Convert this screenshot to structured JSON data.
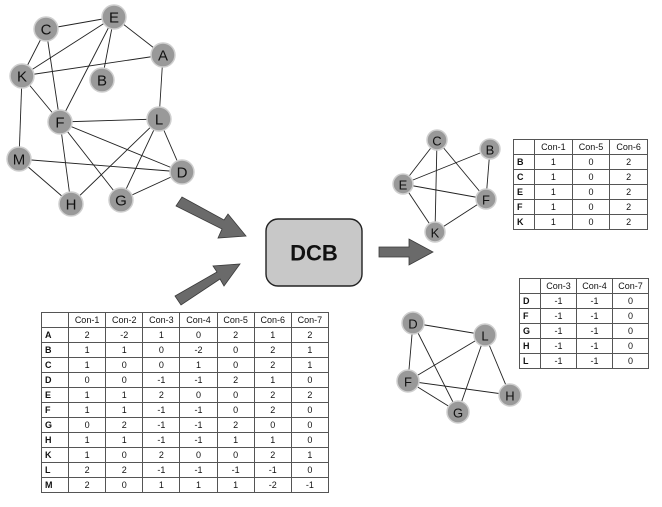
{
  "center_label": "DCB",
  "graphs": [
    {
      "nodes": [
        "C",
        "E",
        "A",
        "K",
        "B",
        "F",
        "L",
        "M",
        "D",
        "H",
        "G"
      ],
      "edges": [
        [
          "C",
          "E"
        ],
        [
          "C",
          "K"
        ],
        [
          "C",
          "F"
        ],
        [
          "E",
          "A"
        ],
        [
          "E",
          "K"
        ],
        [
          "E",
          "B"
        ],
        [
          "E",
          "F"
        ],
        [
          "K",
          "A"
        ],
        [
          "K",
          "F"
        ],
        [
          "K",
          "M"
        ],
        [
          "F",
          "L"
        ],
        [
          "F",
          "D"
        ],
        [
          "F",
          "G"
        ],
        [
          "F",
          "H"
        ],
        [
          "A",
          "L"
        ],
        [
          "L",
          "D"
        ],
        [
          "L",
          "G"
        ],
        [
          "L",
          "H"
        ],
        [
          "M",
          "H"
        ],
        [
          "M",
          "D"
        ],
        [
          "D",
          "G"
        ]
      ]
    },
    {
      "nodes": [
        "C",
        "B",
        "E",
        "F",
        "K"
      ],
      "edges": [
        [
          "C",
          "E"
        ],
        [
          "C",
          "F"
        ],
        [
          "C",
          "K"
        ],
        [
          "B",
          "E"
        ],
        [
          "B",
          "F"
        ],
        [
          "E",
          "F"
        ],
        [
          "E",
          "K"
        ],
        [
          "F",
          "K"
        ]
      ]
    },
    {
      "nodes": [
        "D",
        "L",
        "F",
        "H",
        "G"
      ],
      "edges": [
        [
          "D",
          "L"
        ],
        [
          "D",
          "F"
        ],
        [
          "D",
          "G"
        ],
        [
          "L",
          "F"
        ],
        [
          "L",
          "G"
        ],
        [
          "L",
          "H"
        ],
        [
          "F",
          "G"
        ],
        [
          "F",
          "H"
        ]
      ]
    }
  ],
  "tables": {
    "main": {
      "columns": [
        "Con-1",
        "Con-2",
        "Con-3",
        "Con-4",
        "Con-5",
        "Con-6",
        "Con-7"
      ],
      "rows": [
        {
          "label": "A",
          "values": [
            "2",
            "-2",
            "1",
            "0",
            "2",
            "1",
            "2"
          ]
        },
        {
          "label": "B",
          "values": [
            "1",
            "1",
            "0",
            "-2",
            "0",
            "2",
            "1"
          ]
        },
        {
          "label": "C",
          "values": [
            "1",
            "0",
            "0",
            "1",
            "0",
            "2",
            "1"
          ]
        },
        {
          "label": "D",
          "values": [
            "0",
            "0",
            "-1",
            "-1",
            "2",
            "1",
            "0"
          ]
        },
        {
          "label": "E",
          "values": [
            "1",
            "1",
            "2",
            "0",
            "0",
            "2",
            "2"
          ]
        },
        {
          "label": "F",
          "values": [
            "1",
            "1",
            "-1",
            "-1",
            "0",
            "2",
            "0"
          ]
        },
        {
          "label": "G",
          "values": [
            "0",
            "2",
            "-1",
            "-1",
            "2",
            "0",
            "0"
          ]
        },
        {
          "label": "H",
          "values": [
            "1",
            "1",
            "-1",
            "-1",
            "1",
            "1",
            "0"
          ]
        },
        {
          "label": "K",
          "values": [
            "1",
            "0",
            "2",
            "0",
            "0",
            "2",
            "1"
          ]
        },
        {
          "label": "L",
          "values": [
            "2",
            "2",
            "-1",
            "-1",
            "-1",
            "-1",
            "0"
          ]
        },
        {
          "label": "M",
          "values": [
            "2",
            "0",
            "1",
            "1",
            "1",
            "-2",
            "-1"
          ]
        }
      ]
    },
    "top_right": {
      "columns": [
        "Con-1",
        "Con-5",
        "Con-6"
      ],
      "rows": [
        {
          "label": "B",
          "values": [
            "1",
            "0",
            "2"
          ]
        },
        {
          "label": "C",
          "values": [
            "1",
            "0",
            "2"
          ]
        },
        {
          "label": "E",
          "values": [
            "1",
            "0",
            "2"
          ]
        },
        {
          "label": "F",
          "values": [
            "1",
            "0",
            "2"
          ]
        },
        {
          "label": "K",
          "values": [
            "1",
            "0",
            "2"
          ]
        }
      ]
    },
    "bottom_right": {
      "columns": [
        "Con-3",
        "Con-4",
        "Con-7"
      ],
      "rows": [
        {
          "label": "D",
          "values": [
            "-1",
            "-1",
            "0"
          ]
        },
        {
          "label": "F",
          "values": [
            "-1",
            "-1",
            "0"
          ]
        },
        {
          "label": "G",
          "values": [
            "-1",
            "-1",
            "0"
          ]
        },
        {
          "label": "H",
          "values": [
            "-1",
            "-1",
            "0"
          ]
        },
        {
          "label": "L",
          "values": [
            "-1",
            "-1",
            "0"
          ]
        }
      ]
    }
  }
}
